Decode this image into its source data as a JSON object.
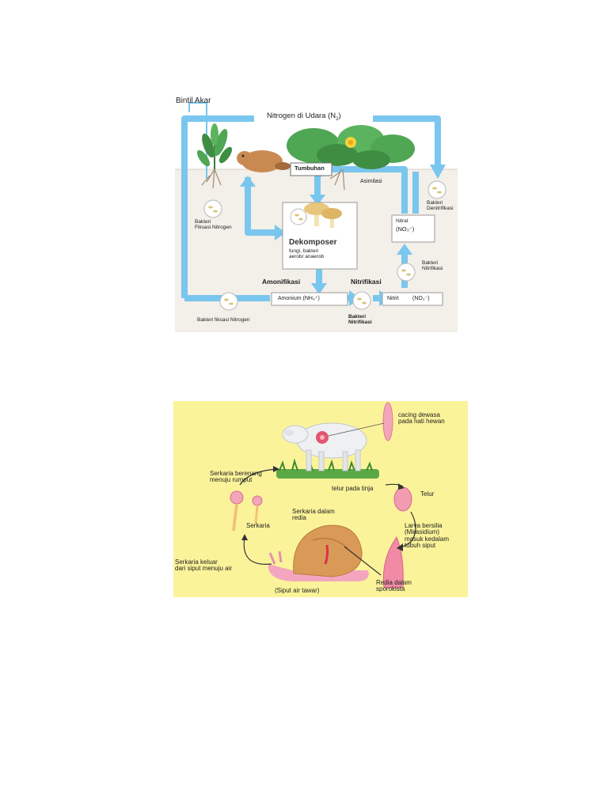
{
  "nitrogen_cycle": {
    "bintil_akar": "Bintil Akar",
    "nitrogen_udara": "Nitrogen di Udara (N",
    "nitrogen_udara_sub": "2",
    "nitrogen_udara_close": ")",
    "tumbuhan": "Tumbuhan",
    "asimilasi": "Asimilasi",
    "bakteri_denitrifikasi": [
      "Bakteri",
      "Denitrifikasi"
    ],
    "bakteri_fiksasi_nitrogen_top": [
      "Bakteri",
      "Fiksasi Nitrogen"
    ],
    "dekomposer": "Dekomposer",
    "dekomposer_desc": [
      "fungi, bakteri",
      "aerob/ anaerob"
    ],
    "nitrat": "Nitrat",
    "nitrat_formula": "(NO₃⁻)",
    "bakteri_nitrifikasi_right": [
      "Bakteri",
      "Nitrifikasi"
    ],
    "amonifikasi": "Amonifikasi",
    "nitrifikasi": "Nitrifikasi",
    "amonium": "Amonium (NH₄⁺)",
    "nitrit": "Nitrit",
    "nitrit_formula": "(NO₂⁻)",
    "bakteri_fiksasi_nitrogen_bottom": "Bakteri fiksasi Nitrogen",
    "bakteri_nitrifikasi_bottom": [
      "Bakteri",
      "Nitrifikasi"
    ]
  },
  "fluke_cycle": {
    "cacing_dewasa": [
      "cacing dewasa",
      "pada hati hewan"
    ],
    "serkaria_berenang": [
      "Serkaria berenang",
      "menuju rumput"
    ],
    "telur_pada_tinja": "telur pada tinja",
    "telur": "Telur",
    "serkaria_dalam_redia": [
      "Serkaria dalam",
      "redia"
    ],
    "serkaria": "Serkaria",
    "larva_bersilia": [
      "Larva bersilia",
      "(Mirasidium)",
      "masuk kedalam",
      "tubuh siput"
    ],
    "serkaria_keluar": [
      "Serkaria keluar",
      "dari siput menuju air"
    ],
    "siput_air_tawar": "(Siput air tawar)",
    "redia_dalam_sporokista": [
      "Redia dalam",
      "sporokista"
    ]
  },
  "colors": {
    "arrow_blue": "#79c6ee",
    "soil": "#f3efe9",
    "leaf_green": "#4fa653",
    "fluke_bg": "#fbf39a",
    "fluke_pink": "#e88ba6"
  }
}
